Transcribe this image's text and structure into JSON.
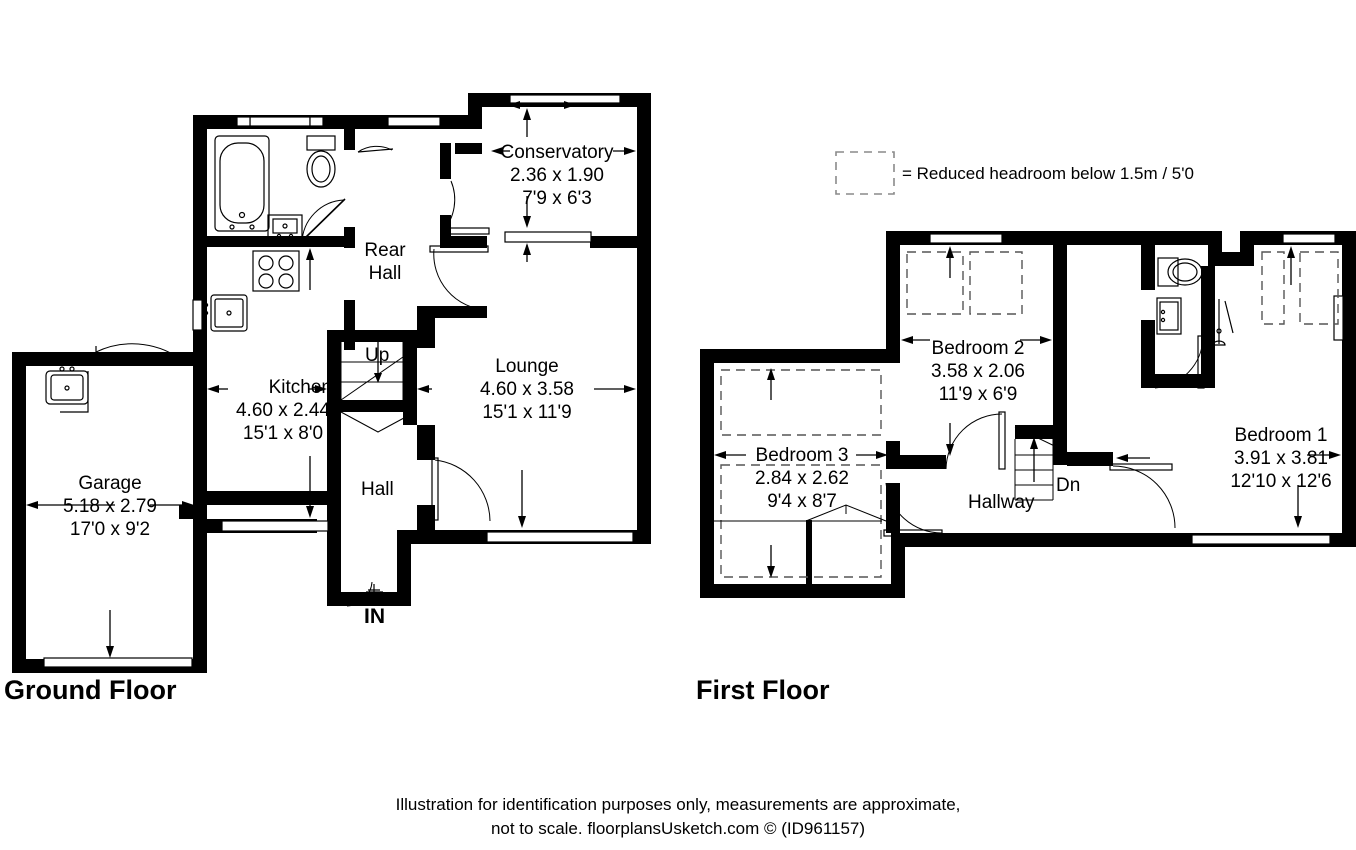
{
  "document": {
    "type": "floor-plan",
    "footer_line1": "Illustration for identification purposes only, measurements are approximate,",
    "footer_line2": "not to scale. floorplansUsketch.com © (ID961157)"
  },
  "legend": {
    "swatch": "reduced-headroom-swatch",
    "text": "= Reduced headroom below 1.5m / 5'0"
  },
  "floors": [
    {
      "id": "ground",
      "title": "Ground Floor",
      "rooms": [
        {
          "name": "Garage",
          "metric": "5.18 x 2.79",
          "imperial": "17'0 x 9'2"
        },
        {
          "name": "Kitchen",
          "metric": "4.60 x 2.44",
          "imperial": "15'1 x 8'0"
        },
        {
          "name": "Lounge",
          "metric": "4.60 x 3.58",
          "imperial": "15'1 x 11'9"
        },
        {
          "name": "Conservatory",
          "metric": "2.36 x 1.90",
          "imperial": "7'9 x 6'3"
        }
      ],
      "annotations": [
        {
          "name": "rear-hall",
          "line1": "Rear",
          "line2": "Hall"
        },
        {
          "name": "hall",
          "text": "Hall"
        },
        {
          "name": "stairs-up",
          "text": "Up"
        },
        {
          "name": "entrance",
          "text": "IN"
        }
      ]
    },
    {
      "id": "first",
      "title": "First Floor",
      "rooms": [
        {
          "name": "Bedroom 1",
          "metric": "3.91 x 3.81",
          "imperial": "12'10 x 12'6"
        },
        {
          "name": "Bedroom 2",
          "metric": "3.58 x 2.06",
          "imperial": "11'9 x 6'9"
        },
        {
          "name": "Bedroom 3",
          "metric": "2.84 x 2.62",
          "imperial": "9'4 x 8'7"
        }
      ],
      "annotations": [
        {
          "name": "hallway",
          "text": "Hallway"
        },
        {
          "name": "stairs-down",
          "text": "Dn"
        }
      ]
    }
  ],
  "colors": {
    "wall": "#000000",
    "background": "#ffffff",
    "headroom_dash": "#555555",
    "text": "#000000"
  }
}
